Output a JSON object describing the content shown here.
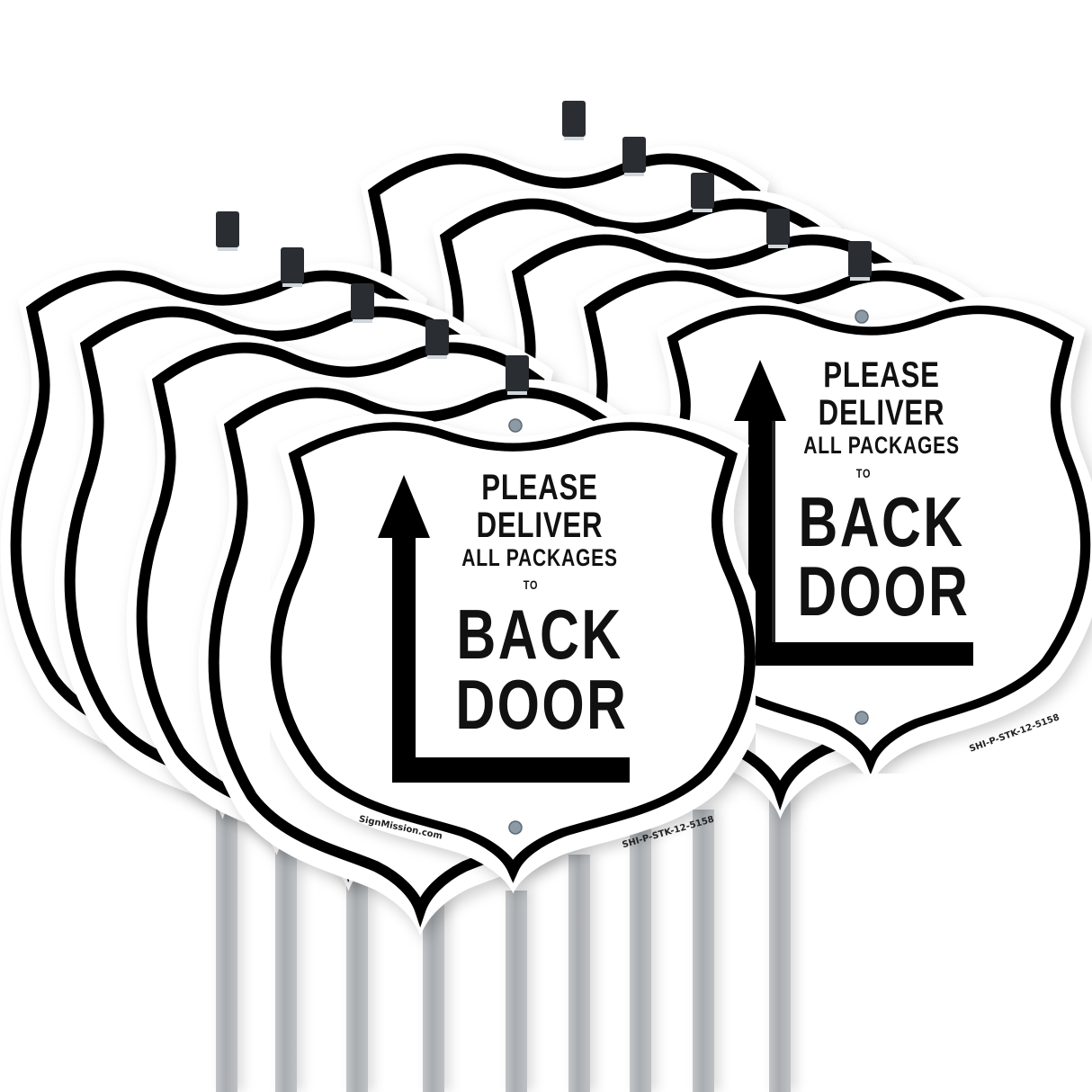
{
  "product": {
    "sign_text": {
      "line1": "PLEASE",
      "line2": "DELIVER",
      "line3": "ALL PACKAGES",
      "line4": "TO",
      "line5": "BACK",
      "line6": "DOOR"
    },
    "brand_label": "SignMission.com",
    "sku_label": "SHI-P-STK-12-5158",
    "sign_shape": "shield",
    "icon": "up-arrow-corner-icon",
    "quantity_shown": 10,
    "colors": {
      "sign_face": "#ffffff",
      "border": "#000000",
      "stake": "#b4b8bc",
      "clip": "#2a2d31"
    }
  }
}
